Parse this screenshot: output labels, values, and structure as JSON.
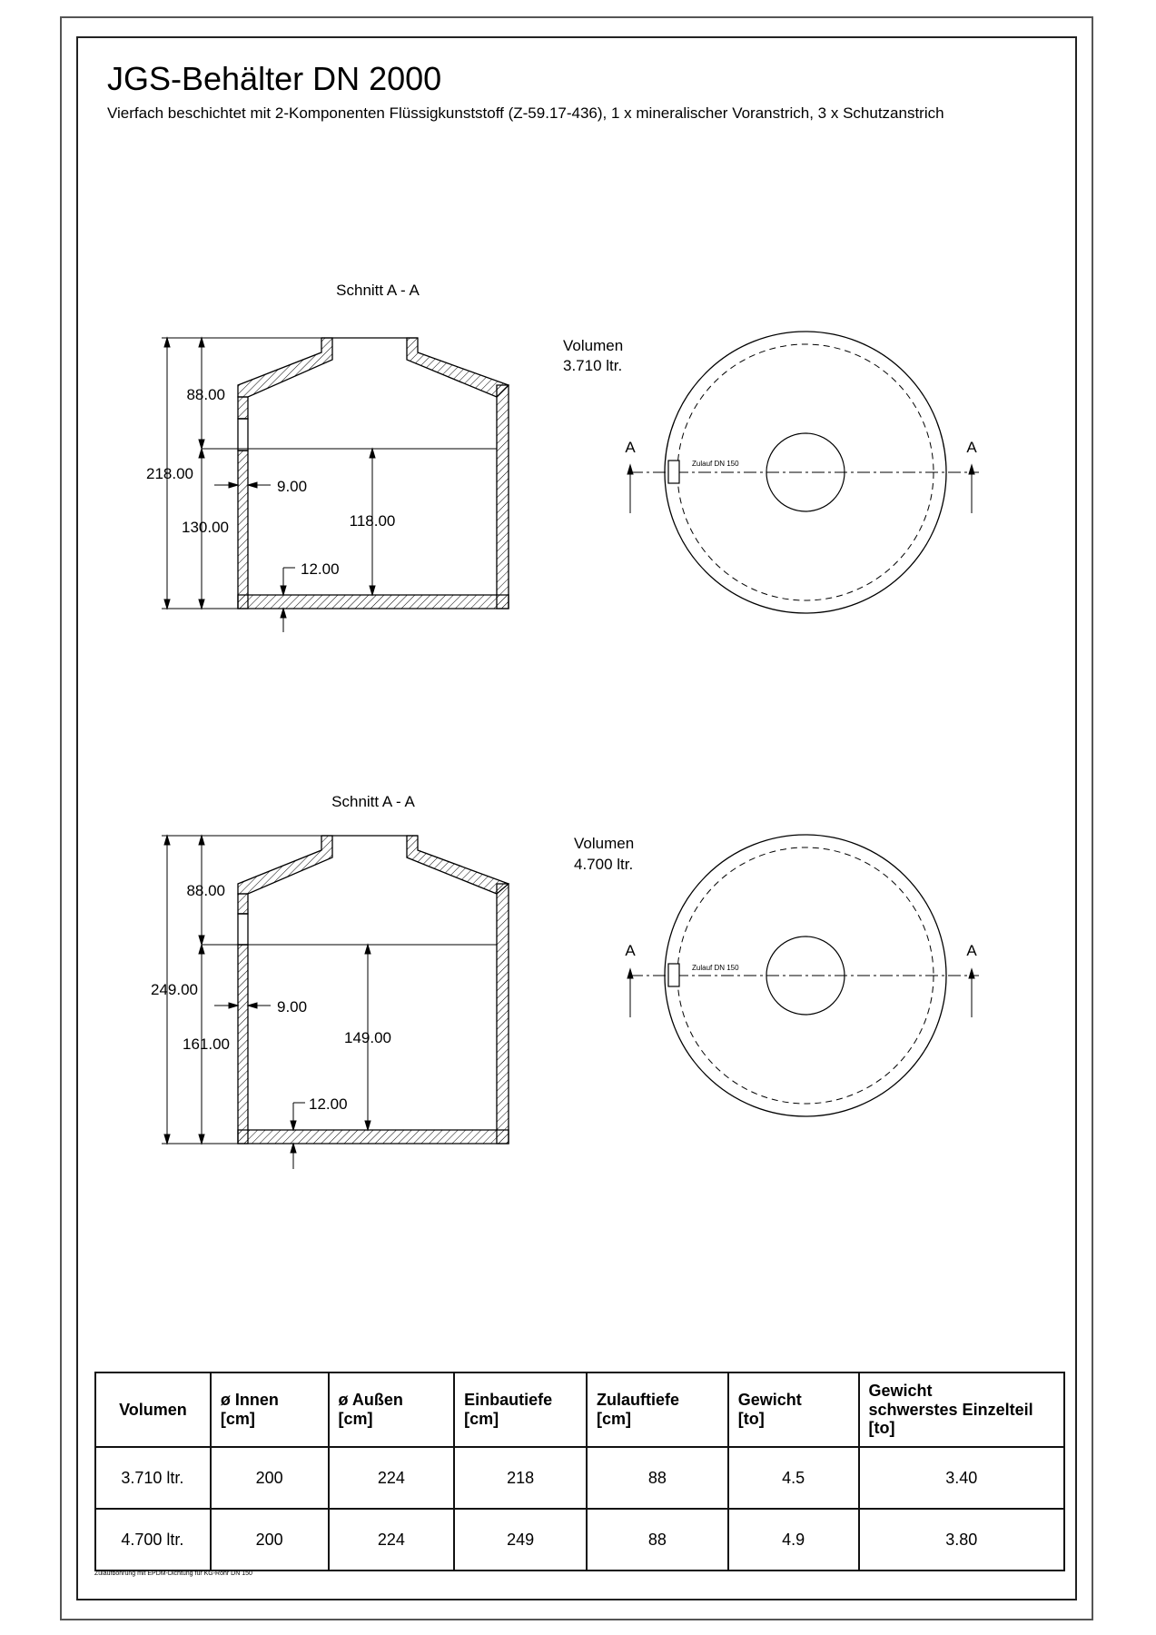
{
  "title": "JGS-Behälter DN 2000",
  "subtitle": "Vierfach beschichtet mit 2-Komponenten Flüssigkunststoff (Z-59.17-436), 1 x mineralischer Voranstrich, 3 x Schutzanstrich",
  "variants": [
    {
      "section_label": "Schnitt A - A",
      "volume_label": "Volumen",
      "volume_value": "3.710 ltr.",
      "dim_top": "88.00",
      "dim_total": "218.00",
      "dim_lower": "130.00",
      "dim_wall": "9.00",
      "dim_inner_height": "118.00",
      "dim_floor": "12.00",
      "inlet_label": "Zulauf DN 150",
      "section_marker_left": "A",
      "section_marker_right": "A"
    },
    {
      "section_label": "Schnitt A - A",
      "volume_label": "Volumen",
      "volume_value": "4.700 ltr.",
      "dim_top": "88.00",
      "dim_total": "249.00",
      "dim_lower": "161.00",
      "dim_wall": "9.00",
      "dim_inner_height": "149.00",
      "dim_floor": "12.00",
      "inlet_label": "Zulauf DN 150",
      "section_marker_left": "A",
      "section_marker_right": "A"
    }
  ],
  "table": {
    "headers": [
      {
        "line1": "Volumen",
        "line2": "",
        "line3": ""
      },
      {
        "line1": "ø Innen",
        "line2": "[cm]",
        "line3": ""
      },
      {
        "line1": "ø Außen",
        "line2": "[cm]",
        "line3": ""
      },
      {
        "line1": "Einbautiefe",
        "line2": "[cm]",
        "line3": ""
      },
      {
        "line1": "Zulauftiefe",
        "line2": "[cm]",
        "line3": ""
      },
      {
        "line1": "Gewicht",
        "line2": "[to]",
        "line3": ""
      },
      {
        "line1": "Gewicht",
        "line2": "schwerstes Einzelteil",
        "line3": "[to]"
      }
    ],
    "rows": [
      [
        "3.710 ltr.",
        "200",
        "224",
        "218",
        "88",
        "4.5",
        "3.40"
      ],
      [
        "4.700 ltr.",
        "200",
        "224",
        "249",
        "88",
        "4.9",
        "3.80"
      ]
    ]
  },
  "footnote": "Zulaufbohrung mit EPDM-Dichtung für KG-Rohr DN 150"
}
